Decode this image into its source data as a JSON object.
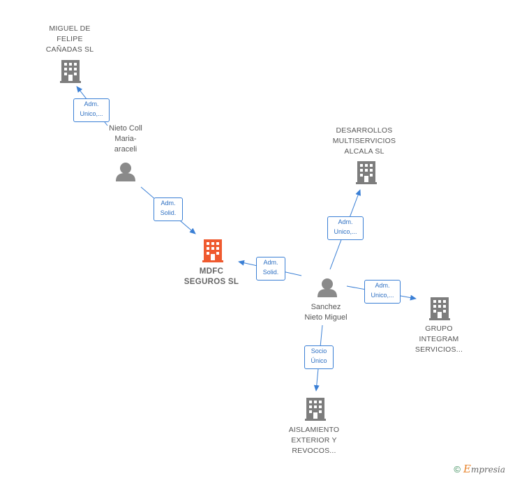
{
  "colors": {
    "edge": "#3a7fd5",
    "node_company": "#7d7d7d",
    "node_focus": "#ef5a2f",
    "node_person": "#8a8a8a"
  },
  "nodes": {
    "miguel_de_felipe": {
      "label": "MIGUEL DE\nFELIPE\nCAÑADAS SL",
      "icon": "building-icon"
    },
    "nieto_coll": {
      "label": "Nieto Coll\nMaria-\naraceli",
      "icon": "person-icon"
    },
    "mdfc": {
      "label": "MDFC\nSEGUROS  SL",
      "icon": "building-icon"
    },
    "desarrollos": {
      "label": "DESARROLLOS\nMULTISERVICIOS\nALCALA  SL",
      "icon": "building-icon"
    },
    "sanchez": {
      "label": "Sanchez\nNieto Miguel",
      "icon": "person-icon"
    },
    "grupo_integram": {
      "label": "GRUPO\nINTEGRAM\nSERVICIOS...",
      "icon": "building-icon"
    },
    "aislamiento": {
      "label": "AISLAMIENTO\nEXTERIOR Y\nREVOCOS...",
      "icon": "building-icon"
    }
  },
  "edges": {
    "nieto_to_miguel": "Adm.\nUnico,...",
    "nieto_to_mdfc": "Adm.\nSolid.",
    "sanchez_to_mdfc": "Adm.\nSolid.",
    "sanchez_to_desarrollos": "Adm.\nUnico,...",
    "sanchez_to_grupo": "Adm.\nUnico,...",
    "sanchez_to_aislamiento": "Socio\nÚnico"
  },
  "footer": {
    "copyright": "©",
    "brand_initial": "E",
    "brand_rest": "mpresia"
  }
}
